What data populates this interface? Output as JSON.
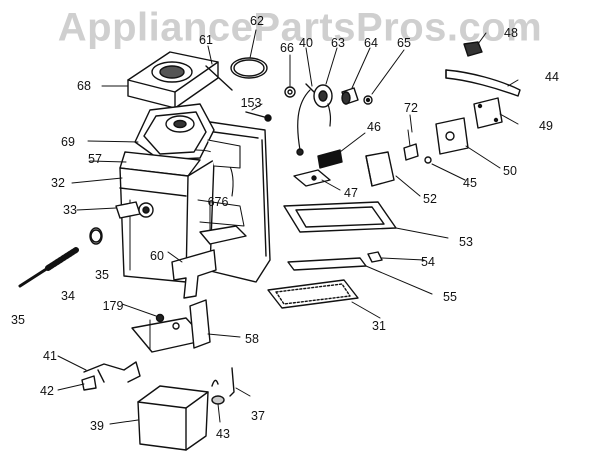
{
  "watermark": "AppliancePartsPros.com",
  "labels": {
    "p31": "31",
    "p32": "32",
    "p33": "33",
    "p34": "34",
    "p35a": "35",
    "p35b": "35",
    "p37": "37",
    "p39": "39",
    "p41": "41",
    "p42": "42",
    "p43": "43",
    "p44": "44",
    "p45": "45",
    "p46": "46",
    "p47": "47",
    "p48": "48",
    "p49": "49",
    "p50": "50",
    "p52": "52",
    "p53": "53",
    "p54": "54",
    "p55": "55",
    "p57": "57",
    "p58": "58",
    "p60": "60",
    "p62": "62",
    "p64": "64",
    "p65": "65",
    "p66": "66",
    "p68": "68",
    "p69": "69",
    "p72": "72",
    "p153": "153",
    "p179": "179",
    "p676": "676",
    "p40": "40",
    "p63": "63",
    "p61": "61"
  }
}
